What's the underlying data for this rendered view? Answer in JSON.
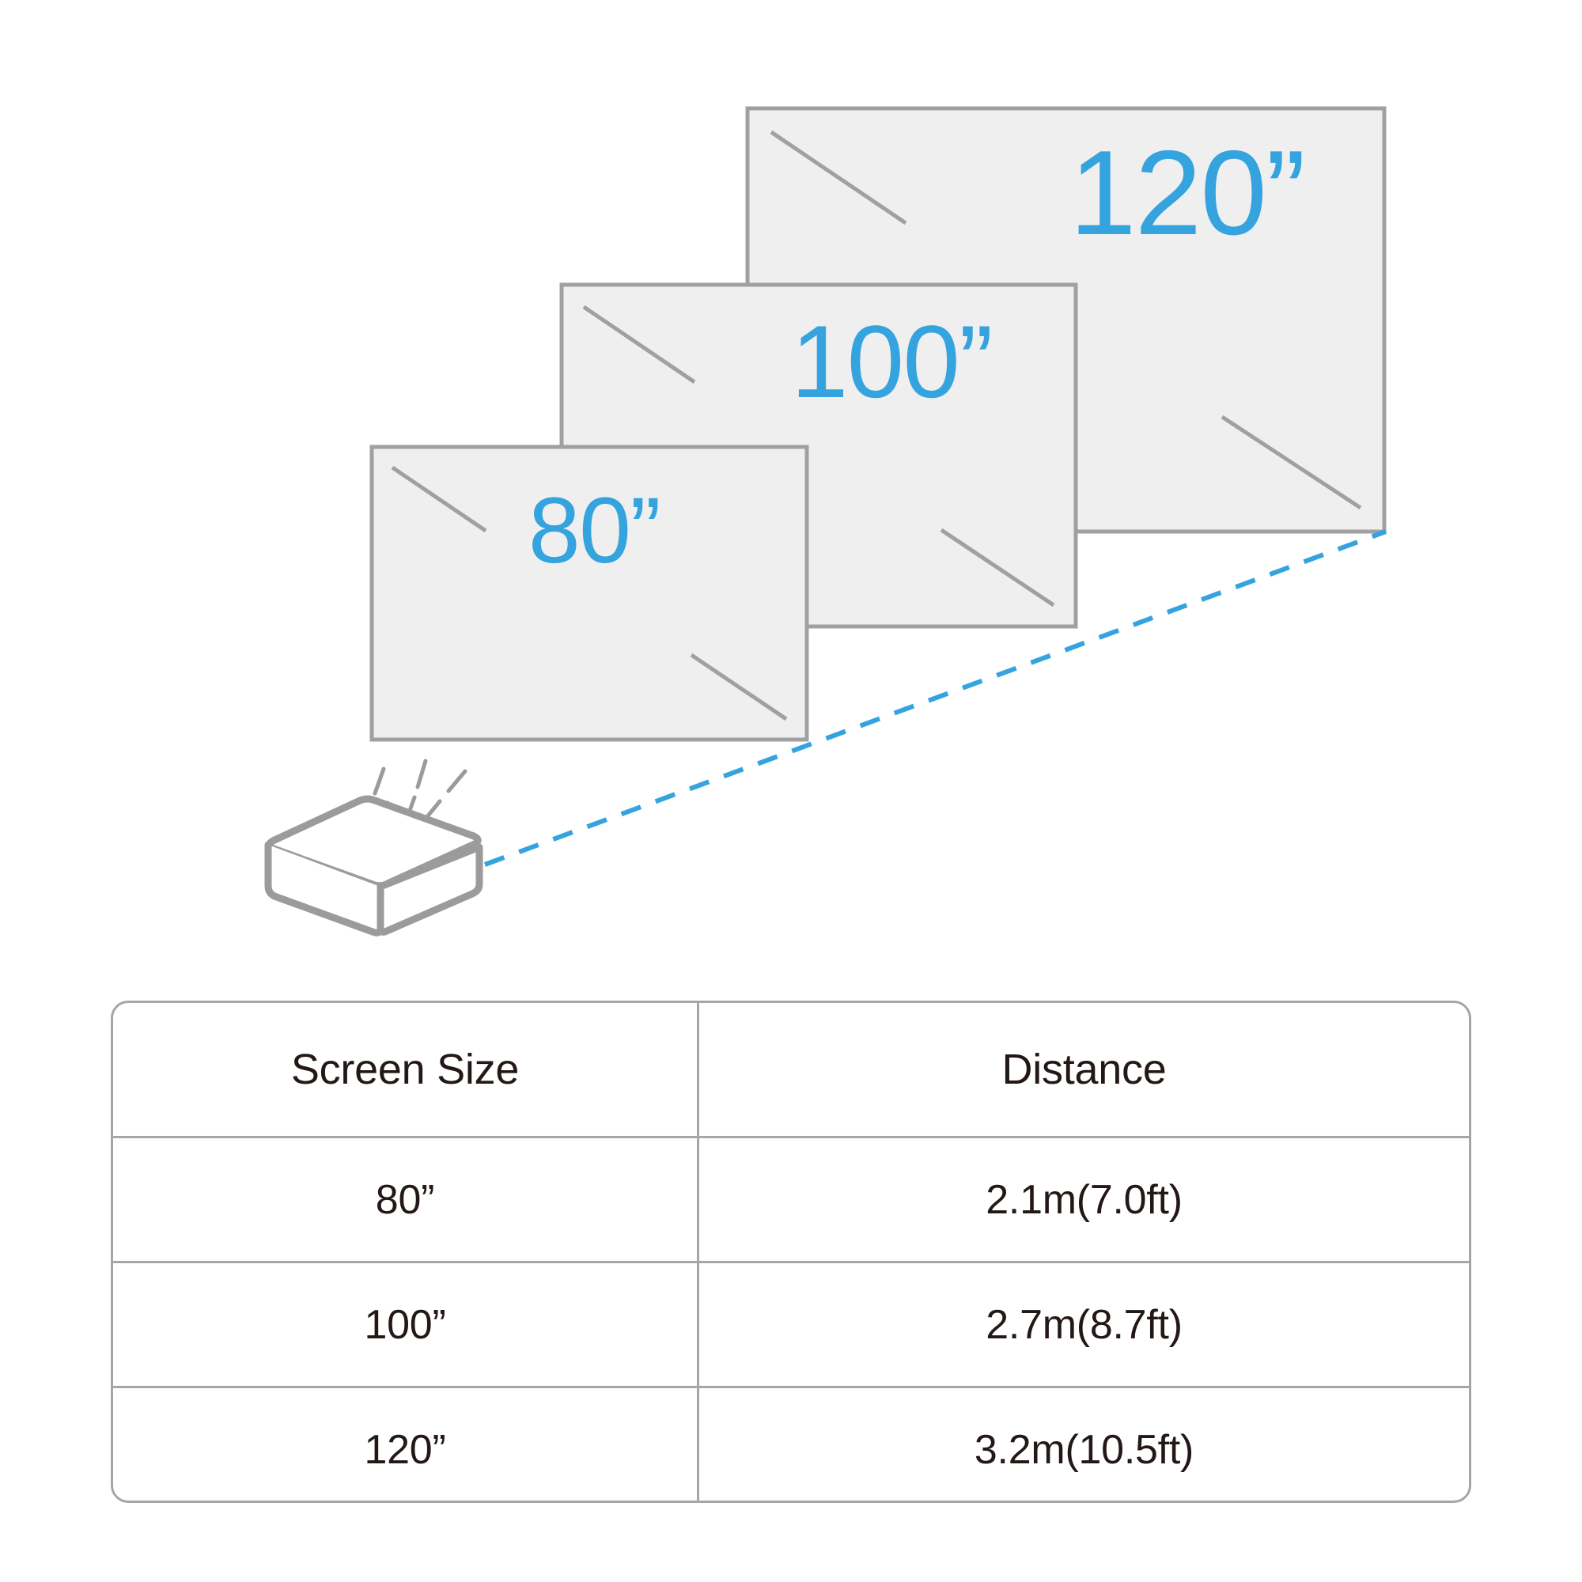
{
  "colors": {
    "accent_blue": "#35A3DE",
    "screen_fill": "#EFEFEF",
    "screen_border": "#A0A0A0",
    "table_border": "#A6A6A6",
    "text_dark": "#231815",
    "projector_outline": "#9B9B9B"
  },
  "diagram": {
    "screens": [
      {
        "name": "screen-120",
        "label": "120”",
        "size_inches": 120
      },
      {
        "name": "screen-100",
        "label": "100”",
        "size_inches": 100
      },
      {
        "name": "screen-80",
        "label": "80”",
        "size_inches": 80
      }
    ],
    "projector": {
      "name": "projector",
      "rays": 3
    },
    "projection_line": {
      "style": "dashed",
      "color": "#35A3DE"
    }
  },
  "table": {
    "headers": [
      "Screen Size",
      "Distance"
    ],
    "rows": [
      {
        "screen_size": "80”",
        "distance": "2.1m(7.0ft)"
      },
      {
        "screen_size": "100”",
        "distance": "2.7m(8.7ft)"
      },
      {
        "screen_size": "120”",
        "distance": "3.2m(10.5ft)"
      }
    ]
  },
  "chart_data": {
    "type": "table",
    "title": "",
    "categories": [
      "80\"",
      "100\"",
      "120\""
    ],
    "series": [
      {
        "name": "Distance (m)",
        "values": [
          2.1,
          2.7,
          3.2
        ]
      },
      {
        "name": "Distance (ft)",
        "values": [
          7.0,
          8.7,
          10.5
        ]
      }
    ],
    "columns": [
      "Screen Size",
      "Distance"
    ],
    "cells": [
      [
        "80”",
        "2.1m(7.0ft)"
      ],
      [
        "100”",
        "2.7m(8.7ft)"
      ],
      [
        "120”",
        "3.2m(10.5ft)"
      ]
    ],
    "xlabel": "Screen Size",
    "ylabel": "Distance",
    "legend": "none",
    "grid": false
  }
}
